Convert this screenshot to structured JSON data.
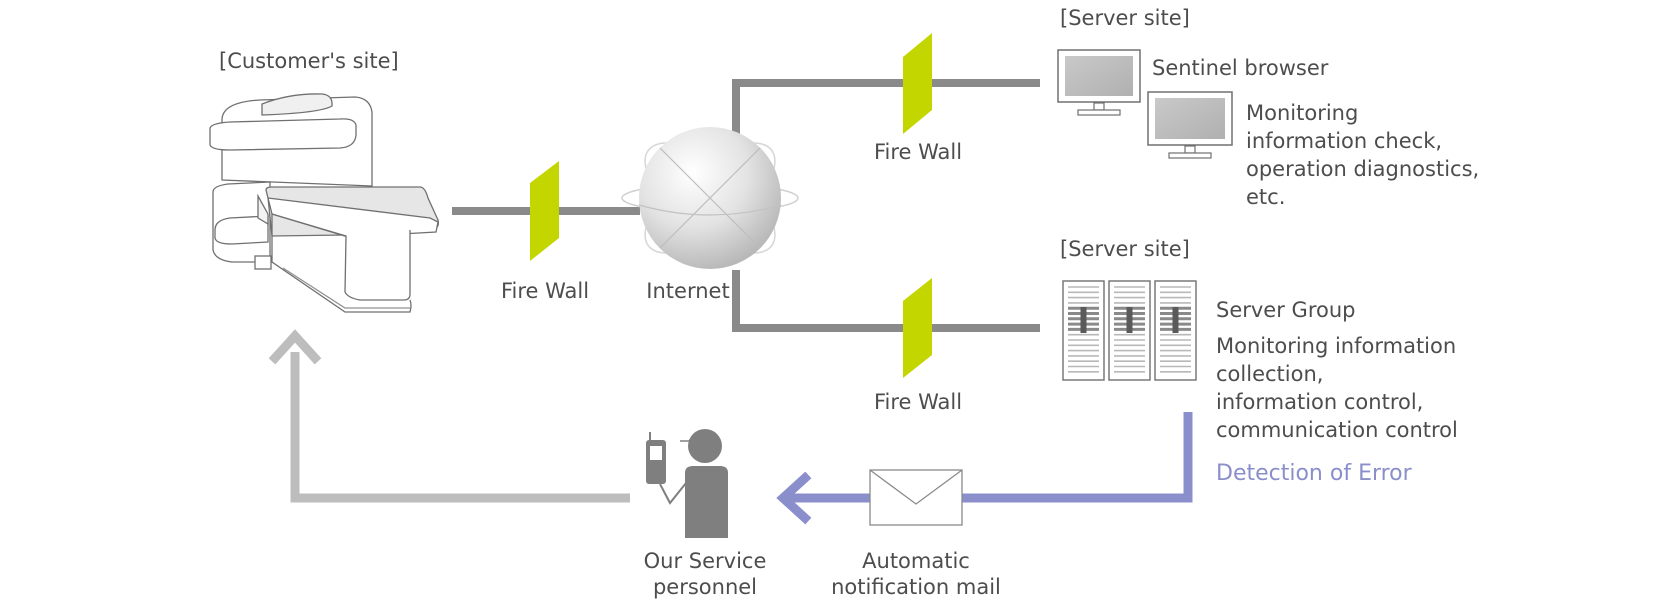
{
  "labels": {
    "customer_site": "[Customer's site]",
    "server_site_top": "[Server site]",
    "server_site_bottom": "[Server site]",
    "firewall_left": "Fire Wall",
    "firewall_top": "Fire Wall",
    "firewall_bottom": "Fire Wall",
    "internet": "Internet",
    "sentinel_browser": "Sentinel browser",
    "monitoring_check": [
      "Monitoring",
      "information check,",
      "operation diagnostics,",
      "etc."
    ],
    "server_group": "Server Group",
    "server_functions": [
      "Monitoring information",
      "collection,",
      "information control,",
      "communication control"
    ],
    "detection_of_error": "Detection of Error",
    "service_personnel": [
      "Our Service",
      "personnel"
    ],
    "notification_mail": [
      "Automatic",
      "notification mail"
    ]
  },
  "colors": {
    "firewall": "#c4d600",
    "network_line": "#8a8a8a",
    "error_flow": "#8a8fcc",
    "return_flow": "#bdbdbd",
    "device_outline": "#707070",
    "person": "#7f7f7f"
  },
  "icons": [
    "mri-scanner-icon",
    "globe-icon",
    "monitor-icon",
    "server-rack-icon",
    "envelope-icon",
    "person-phone-icon",
    "firewall-icon"
  ]
}
